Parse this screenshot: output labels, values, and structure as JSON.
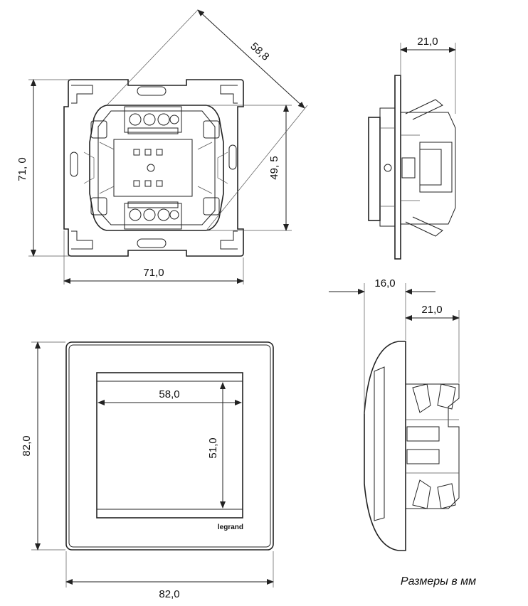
{
  "dimensions": {
    "mech_diagonal": "58,8",
    "mech_height_left": "71, 0",
    "mech_inner_height": "49, 5",
    "mech_width_bottom": "71,0",
    "side_top_depth": "21,0",
    "frame_profile_depth": "16,0",
    "frame_side_depth": "21,0",
    "frame_opening_width": "58,0",
    "frame_opening_height": "51,0",
    "frame_height": "82,0",
    "frame_width": "82,0"
  },
  "brand": "legrand",
  "caption": "Размеры в мм"
}
